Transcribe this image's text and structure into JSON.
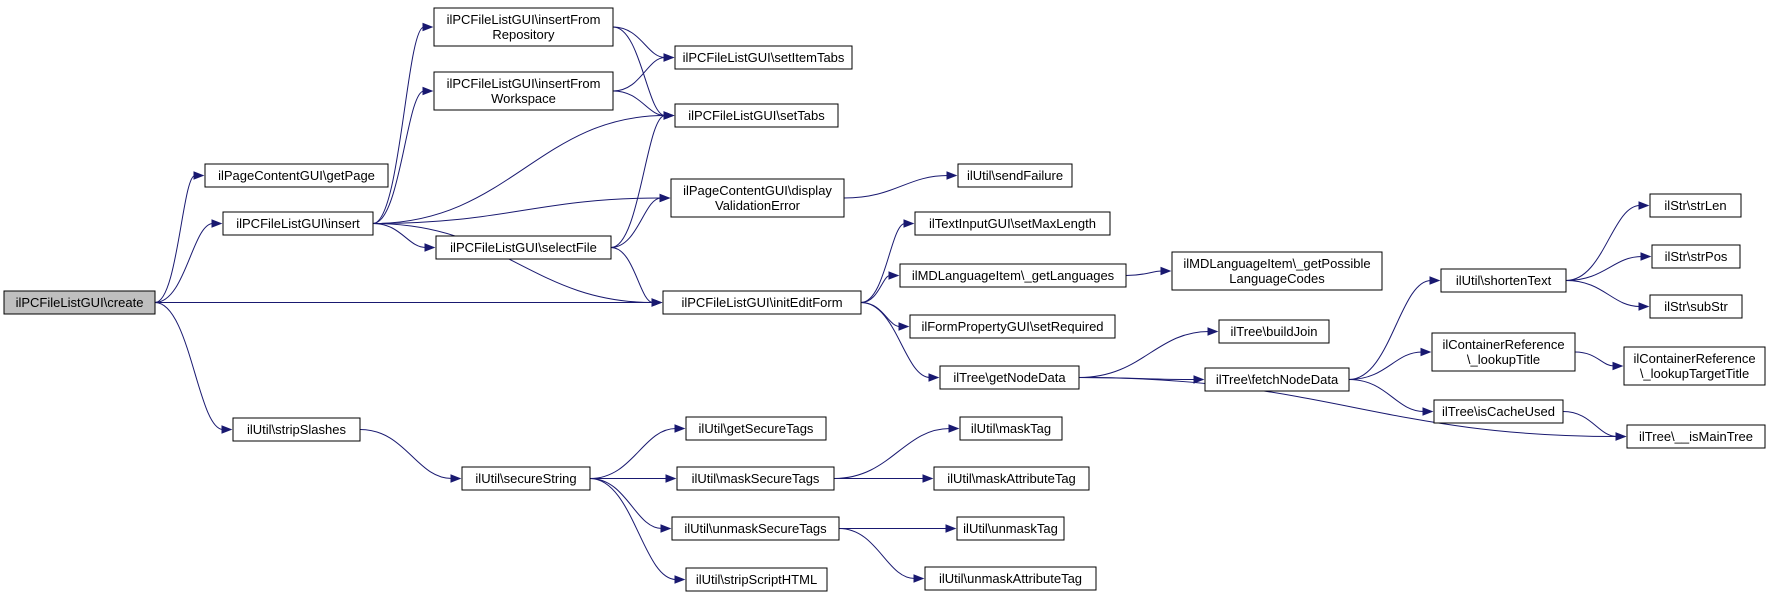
{
  "diagram": {
    "nodes": [
      {
        "id": "create",
        "lines": [
          "ilPCFileListGUI\\create"
        ]
      },
      {
        "id": "getPage",
        "lines": [
          "ilPageContentGUI\\getPage"
        ]
      },
      {
        "id": "insert",
        "lines": [
          "ilPCFileListGUI\\insert"
        ]
      },
      {
        "id": "stripSlashes",
        "lines": [
          "ilUtil\\stripSlashes"
        ]
      },
      {
        "id": "insertFromRepository",
        "lines": [
          "ilPCFileListGUI\\insertFrom",
          "Repository"
        ]
      },
      {
        "id": "insertFromWorkspace",
        "lines": [
          "ilPCFileListGUI\\insertFrom",
          "Workspace"
        ]
      },
      {
        "id": "selectFile",
        "lines": [
          "ilPCFileListGUI\\selectFile"
        ]
      },
      {
        "id": "setItemTabs",
        "lines": [
          "ilPCFileListGUI\\setItemTabs"
        ]
      },
      {
        "id": "setTabs",
        "lines": [
          "ilPCFileListGUI\\setTabs"
        ]
      },
      {
        "id": "displayValidationError",
        "lines": [
          "ilPageContentGUI\\display",
          "ValidationError"
        ]
      },
      {
        "id": "initEditForm",
        "lines": [
          "ilPCFileListGUI\\initEditForm"
        ]
      },
      {
        "id": "sendFailure",
        "lines": [
          "ilUtil\\sendFailure"
        ]
      },
      {
        "id": "setMaxLength",
        "lines": [
          "ilTextInputGUI\\setMaxLength"
        ]
      },
      {
        "id": "getLanguages",
        "lines": [
          "ilMDLanguageItem\\_getLanguages"
        ]
      },
      {
        "id": "getPossibleLanguageCodes",
        "lines": [
          "ilMDLanguageItem\\_getPossible",
          "LanguageCodes"
        ]
      },
      {
        "id": "setRequired",
        "lines": [
          "ilFormPropertyGUI\\setRequired"
        ]
      },
      {
        "id": "getNodeData",
        "lines": [
          "ilTree\\getNodeData"
        ]
      },
      {
        "id": "buildJoin",
        "lines": [
          "ilTree\\buildJoin"
        ]
      },
      {
        "id": "fetchNodeData",
        "lines": [
          "ilTree\\fetchNodeData"
        ]
      },
      {
        "id": "shortenText",
        "lines": [
          "ilUtil\\shortenText"
        ]
      },
      {
        "id": "lookupTitle",
        "lines": [
          "ilContainerReference",
          "\\_lookupTitle"
        ]
      },
      {
        "id": "lookupTargetTitle",
        "lines": [
          "ilContainerReference",
          "\\_lookupTargetTitle"
        ]
      },
      {
        "id": "isCacheUsed",
        "lines": [
          "ilTree\\isCacheUsed"
        ]
      },
      {
        "id": "isMainTree",
        "lines": [
          "ilTree\\__isMainTree"
        ]
      },
      {
        "id": "strLen",
        "lines": [
          "ilStr\\strLen"
        ]
      },
      {
        "id": "strPos",
        "lines": [
          "ilStr\\strPos"
        ]
      },
      {
        "id": "subStr",
        "lines": [
          "ilStr\\subStr"
        ]
      },
      {
        "id": "secureString",
        "lines": [
          "ilUtil\\secureString"
        ]
      },
      {
        "id": "getSecureTags",
        "lines": [
          "ilUtil\\getSecureTags"
        ]
      },
      {
        "id": "maskSecureTags",
        "lines": [
          "ilUtil\\maskSecureTags"
        ]
      },
      {
        "id": "unmaskSecureTags",
        "lines": [
          "ilUtil\\unmaskSecureTags"
        ]
      },
      {
        "id": "stripScriptHTML",
        "lines": [
          "ilUtil\\stripScriptHTML"
        ]
      },
      {
        "id": "maskTag",
        "lines": [
          "ilUtil\\maskTag"
        ]
      },
      {
        "id": "maskAttributeTag",
        "lines": [
          "ilUtil\\maskAttributeTag"
        ]
      },
      {
        "id": "unmaskTag",
        "lines": [
          "ilUtil\\unmaskTag"
        ]
      },
      {
        "id": "unmaskAttributeTag",
        "lines": [
          "ilUtil\\unmaskAttributeTag"
        ]
      }
    ],
    "edges": [
      [
        "create",
        "getPage"
      ],
      [
        "create",
        "insert"
      ],
      [
        "create",
        "initEditForm"
      ],
      [
        "create",
        "stripSlashes"
      ],
      [
        "insert",
        "insertFromRepository"
      ],
      [
        "insert",
        "insertFromWorkspace"
      ],
      [
        "insert",
        "setTabs"
      ],
      [
        "insert",
        "displayValidationError"
      ],
      [
        "insert",
        "selectFile"
      ],
      [
        "insert",
        "initEditForm"
      ],
      [
        "insertFromRepository",
        "setItemTabs"
      ],
      [
        "insertFromRepository",
        "setTabs"
      ],
      [
        "insertFromWorkspace",
        "setItemTabs"
      ],
      [
        "insertFromWorkspace",
        "setTabs"
      ],
      [
        "selectFile",
        "setTabs"
      ],
      [
        "selectFile",
        "displayValidationError"
      ],
      [
        "selectFile",
        "initEditForm"
      ],
      [
        "displayValidationError",
        "sendFailure"
      ],
      [
        "initEditForm",
        "setMaxLength"
      ],
      [
        "initEditForm",
        "getLanguages"
      ],
      [
        "initEditForm",
        "setRequired"
      ],
      [
        "initEditForm",
        "getNodeData"
      ],
      [
        "getLanguages",
        "getPossibleLanguageCodes"
      ],
      [
        "getNodeData",
        "buildJoin"
      ],
      [
        "getNodeData",
        "fetchNodeData"
      ],
      [
        "getNodeData",
        "isMainTree"
      ],
      [
        "fetchNodeData",
        "shortenText"
      ],
      [
        "fetchNodeData",
        "lookupTitle"
      ],
      [
        "fetchNodeData",
        "isCacheUsed"
      ],
      [
        "shortenText",
        "strLen"
      ],
      [
        "shortenText",
        "strPos"
      ],
      [
        "shortenText",
        "subStr"
      ],
      [
        "lookupTitle",
        "lookupTargetTitle"
      ],
      [
        "isCacheUsed",
        "isMainTree"
      ],
      [
        "stripSlashes",
        "secureString"
      ],
      [
        "secureString",
        "getSecureTags"
      ],
      [
        "secureString",
        "maskSecureTags"
      ],
      [
        "secureString",
        "unmaskSecureTags"
      ],
      [
        "secureString",
        "stripScriptHTML"
      ],
      [
        "maskSecureTags",
        "maskTag"
      ],
      [
        "maskSecureTags",
        "maskAttributeTag"
      ],
      [
        "unmaskSecureTags",
        "unmaskTag"
      ],
      [
        "unmaskSecureTags",
        "unmaskAttributeTag"
      ]
    ],
    "root": "create",
    "colors": {
      "edge": "#191970",
      "root_fill": "#bfbfbf",
      "node_fill": "#ffffff",
      "border": "#000000"
    }
  }
}
